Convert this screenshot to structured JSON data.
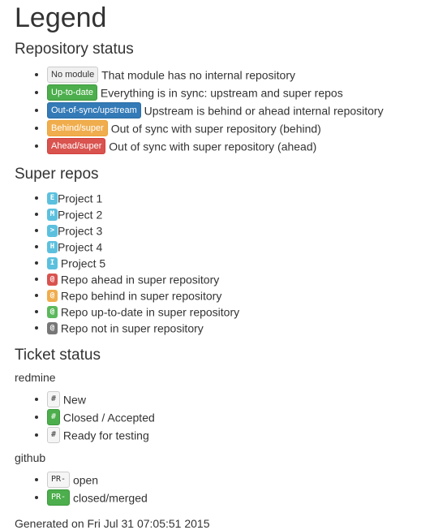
{
  "title": "Legend",
  "repository_status": {
    "heading": "Repository status",
    "items": [
      {
        "badge": "No module",
        "text": "That module has no internal repository"
      },
      {
        "badge": "Up-to-date",
        "text": "Everything is in sync: upstream and super repos"
      },
      {
        "badge": "Out-of-sync/upstream",
        "text": "Upstream is behind or ahead internal repository"
      },
      {
        "badge": "Behind/super",
        "text": "Out of sync with super repository (behind)"
      },
      {
        "badge": "Ahead/super",
        "text": "Out of sync with super repository (ahead)"
      }
    ]
  },
  "super_repos": {
    "heading": "Super repos",
    "items": [
      {
        "marker": "E",
        "text": "Project 1"
      },
      {
        "marker": "M",
        "text": "Project 2"
      },
      {
        "marker": ">",
        "text": "Project 3"
      },
      {
        "marker": "H",
        "text": "Project 4"
      },
      {
        "marker": "I",
        "text": " Project 5"
      },
      {
        "marker": "@",
        "text": "Repo ahead in super repository"
      },
      {
        "marker": "@",
        "text": "Repo behind in super repository"
      },
      {
        "marker": "@",
        "text": "Repo up-to-date in super repository"
      },
      {
        "marker": "@",
        "text": "Repo not in super repository"
      }
    ]
  },
  "ticket_status": {
    "heading": "Ticket status",
    "redmine": {
      "label": "redmine",
      "items": [
        {
          "badge": "#",
          "text": "New"
        },
        {
          "badge": "#",
          "text": "Closed / Accepted"
        },
        {
          "badge": "#",
          "text": "Ready for testing"
        }
      ]
    },
    "github": {
      "label": "github",
      "items": [
        {
          "badge": "PR-",
          "text": "open"
        },
        {
          "badge": "PR-",
          "text": "closed/merged"
        }
      ]
    }
  },
  "footer": "Generated on Fri Jul 31 07:05:51 2015"
}
